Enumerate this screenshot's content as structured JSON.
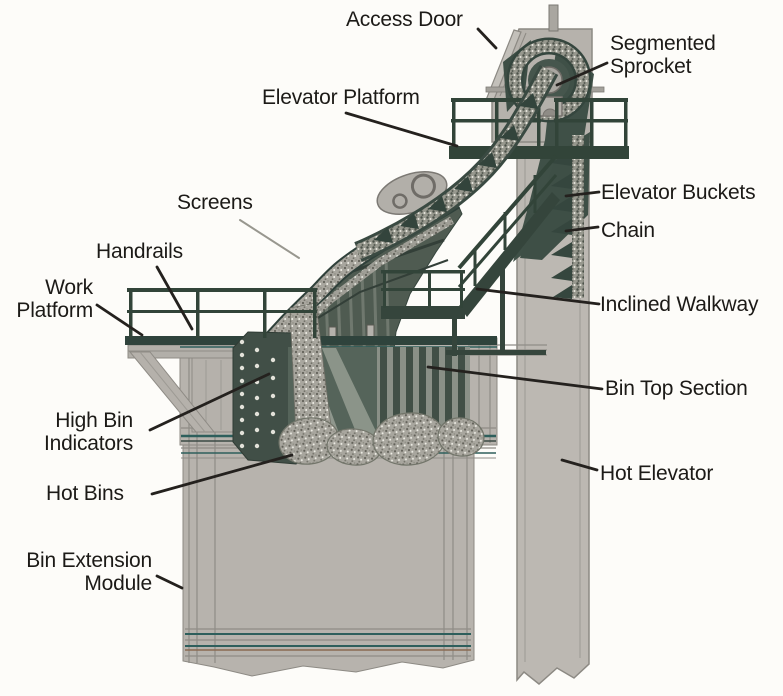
{
  "labels": {
    "access_door": "Access Door",
    "segmented_sprocket": "Segmented\nSprocket",
    "elevator_platform": "Elevator Platform",
    "screens": "Screens",
    "handrails": "Handrails",
    "work_platform": "Work\nPlatform",
    "elevator_buckets": "Elevator Buckets",
    "chain": "Chain",
    "inclined_walkway": "Inclined Walkway",
    "bin_top_section": "Bin Top Section",
    "high_bin_indicators": "High Bin\nIndicators",
    "hot_bins": "Hot Bins",
    "hot_elevator": "Hot Elevator",
    "bin_extension_module": "Bin Extension\nModule"
  },
  "colors": {
    "background": "#fdfcf9",
    "steel_dark_green": "#324439",
    "machine_green": "#4f5b51",
    "gray_light": "#bcb8b2",
    "gray_mid": "#a9a6a0",
    "outline_gray": "#8c8983",
    "leader_black": "#24211e",
    "leader_gray": "#98978f",
    "seam_teal": "#2e5f5c",
    "seam_brown": "#8a6a52",
    "aggregate_base": "#a8a69e"
  }
}
